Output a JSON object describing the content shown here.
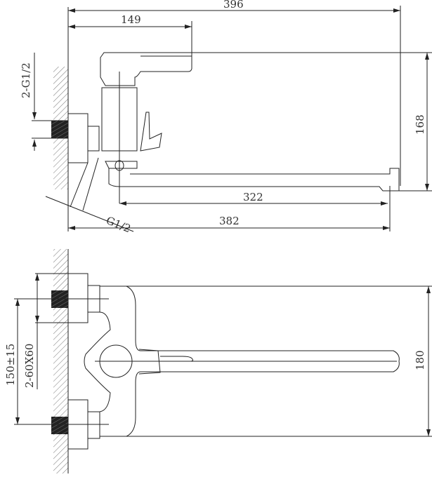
{
  "top_view": {
    "dim_total_length": "396",
    "dim_handle_offset": "149",
    "dim_inlet_thread": "2-G1/2",
    "dim_height": "168",
    "dim_spout_length": "322",
    "dim_spout_reach": "382",
    "dim_shower_outlet": "G1/2"
  },
  "bottom_view": {
    "dim_inlet_spacing": "150±15",
    "dim_flange_size": "2-60X60",
    "dim_body_height": "180"
  }
}
